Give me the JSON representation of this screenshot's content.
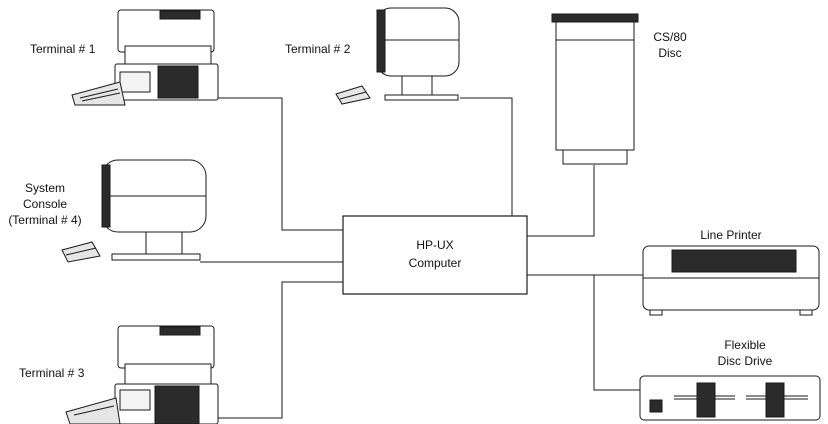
{
  "labels": {
    "terminal_1": "Terminal # 1",
    "terminal_2": "Terminal # 2",
    "terminal_3": "Terminal # 3",
    "console_line1": "System",
    "console_line2": "Console",
    "console_line3": "(Terminal # 4)",
    "computer_line1": "HP-UX",
    "computer_line2": "Computer",
    "disc_line1": "CS/80",
    "disc_line2": "Disc",
    "printer": "Line Printer",
    "flex_line1": "Flexible",
    "flex_line2": "Disc Drive"
  },
  "colors": {
    "line": "#1a1a1a",
    "ink": "#111111",
    "shade": "#2b2b2b",
    "panel": "#f4f4f4"
  }
}
